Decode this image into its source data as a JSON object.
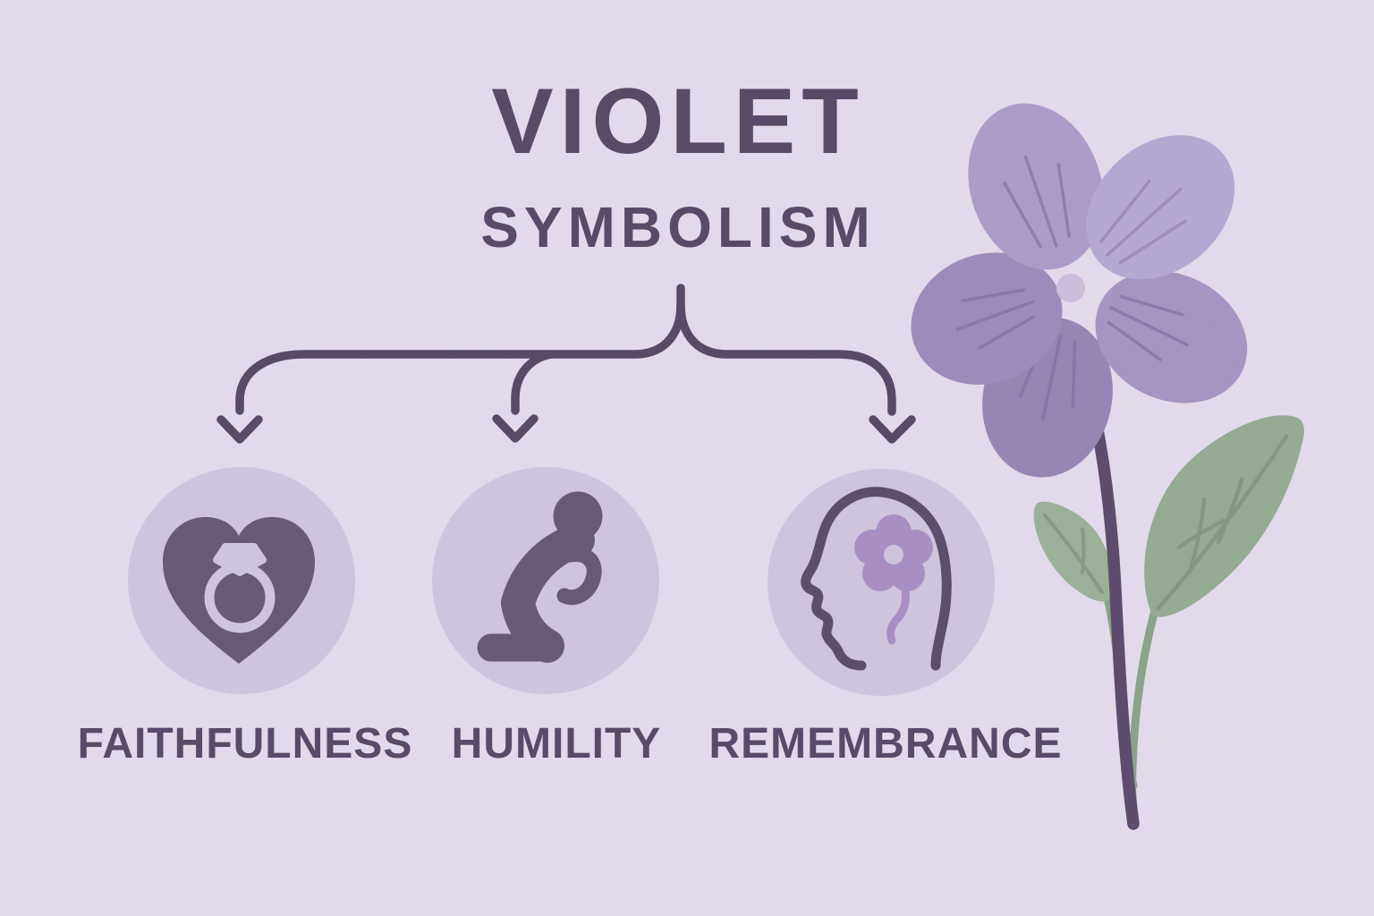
{
  "title": {
    "main": "VIOLET",
    "subtitle": "SYMBOLISM"
  },
  "branches": [
    {
      "label": "FAITHFULNESS",
      "icon": "heart-with-ring-icon"
    },
    {
      "label": "HUMILITY",
      "icon": "kneeling-prayer-icon"
    },
    {
      "label": "REMEMBRANCE",
      "icon": "head-with-flower-icon"
    }
  ],
  "illustration": {
    "name": "violet-flower-with-stem-and-leaves",
    "petal_count": 5,
    "leaf_count": 2
  },
  "colors": {
    "background": "#e3dbec",
    "heading_text": "#584b68",
    "connector": "#564a65",
    "circle_fill": "#cfc5de",
    "icon_dark": "#665a78",
    "head_outline": "#5a4e6c",
    "head_flower_purple": "#a78fc4",
    "flower_petal_light": "#b5a8d2",
    "flower_petal_mid": "#a595c2",
    "flower_petal_dark": "#9586b4",
    "flower_vein": "#8774a5",
    "flower_center": "#cbbedd",
    "stem": "#5d4b6e",
    "leaf_green": "#95ab93",
    "leaf_vein": "#7f977d",
    "leaf_stem_green": "#8ba388"
  }
}
